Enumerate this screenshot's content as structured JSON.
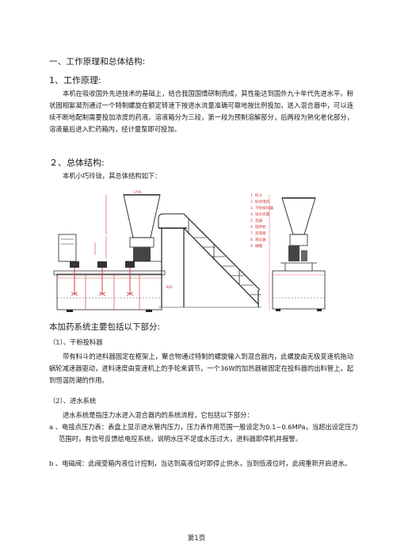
{
  "section1": {
    "title": "一、工作原理和总体结构:",
    "sub1_title": "1、工作原理:",
    "principle": "本机在吸收国外先进技术的基础上，结合我国国情研制而成，其性能达到国外九十年代先进水平。粉状固相絮凝剂通过一个特制螺旋在额定转速下按进水流量准确可靠地按比例投加，送入混合器中，可以连续不断地配制需要投加浓度的药液。溶液箱分为三段，第一段为预制溶解部分，后两段为熟化老化部分，溶液最后进入贮药箱内，经计量泵即可投加。",
    "sub2_title": "２、总体结构:",
    "structure_intro": "本机小巧玲珑，其总体结构如下："
  },
  "diagram": {
    "legend": [
      "1. 料斗",
      "2. 振动电机",
      "3. 干粉投料器",
      "4. 进水装置",
      "5. 混器",
      "6. 搅拌机",
      "7. 溶液箱",
      "8. 液位器",
      "9. 储罐"
    ],
    "tags": [
      "1",
      "2",
      "3",
      "4",
      "5",
      "6",
      "7",
      "8",
      "9"
    ],
    "dim_top": "1796",
    "dim_side": "800"
  },
  "section2": {
    "title": "本加药系统主要包括以下部分:",
    "item1_title": "（1）、干粉投料器",
    "item1_text": "带有料斗的进料器固定在框架上，聚合物通过特制的螺旋输入到混合器内，此螺旋由无极变速机拖动蜗轮减速器驱动，进料速度由变速机上的手轮来调节，一个36W的加热器被固定在投料器的出料管上，起到恒温防潮的作用。",
    "item2_title": "（2）、进水系统",
    "item2_text": "进水系统是指压力水进入混合器内的系统流程，它包括以下部分：",
    "item2_a": "a 、电接点压力表：表盘上显示进水管内压力，压力表作用范围一般设定为0.1~0.6MPa，当超出设定压力范围时，有信号反馈给电控系统，说明水压不足或水压过大，进料器即停机并报警。",
    "item2_b": "b 、电磁阀：此阀受箱内液位计控制，当达到高液位时即停止供水，当到低液位时，此阀重新开启进水。"
  },
  "footer": {
    "page": "第1页"
  },
  "colors": {
    "accent_red": "#d23a3a",
    "tank_red": "#e06060",
    "line": "#222222"
  }
}
